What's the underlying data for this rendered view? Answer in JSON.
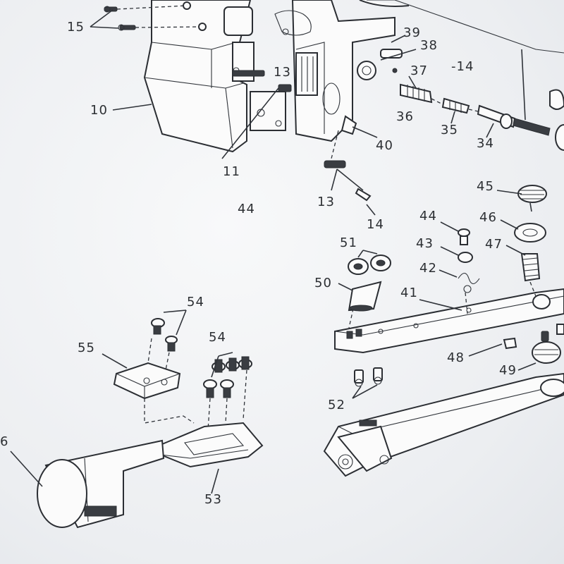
{
  "labels": {
    "l15": "15",
    "l10": "10",
    "l13a": "13",
    "l11": "11",
    "l39": "39",
    "l38": "38",
    "l37": "37",
    "l14a": "-14",
    "l36": "36",
    "l35": "35",
    "l34": "34",
    "l40": "40",
    "l13b": "13",
    "l14b": "14",
    "l44a": "44",
    "l45": "45",
    "l46": "46",
    "l47": "47",
    "l44b": "44",
    "l43": "43",
    "l42": "42",
    "l51": "51",
    "l50": "50",
    "l41": "41",
    "l48": "48",
    "l49": "49",
    "l52": "52",
    "l54a": "54",
    "l55": "55",
    "l54b": "54",
    "l53": "53",
    "l6": "6"
  }
}
